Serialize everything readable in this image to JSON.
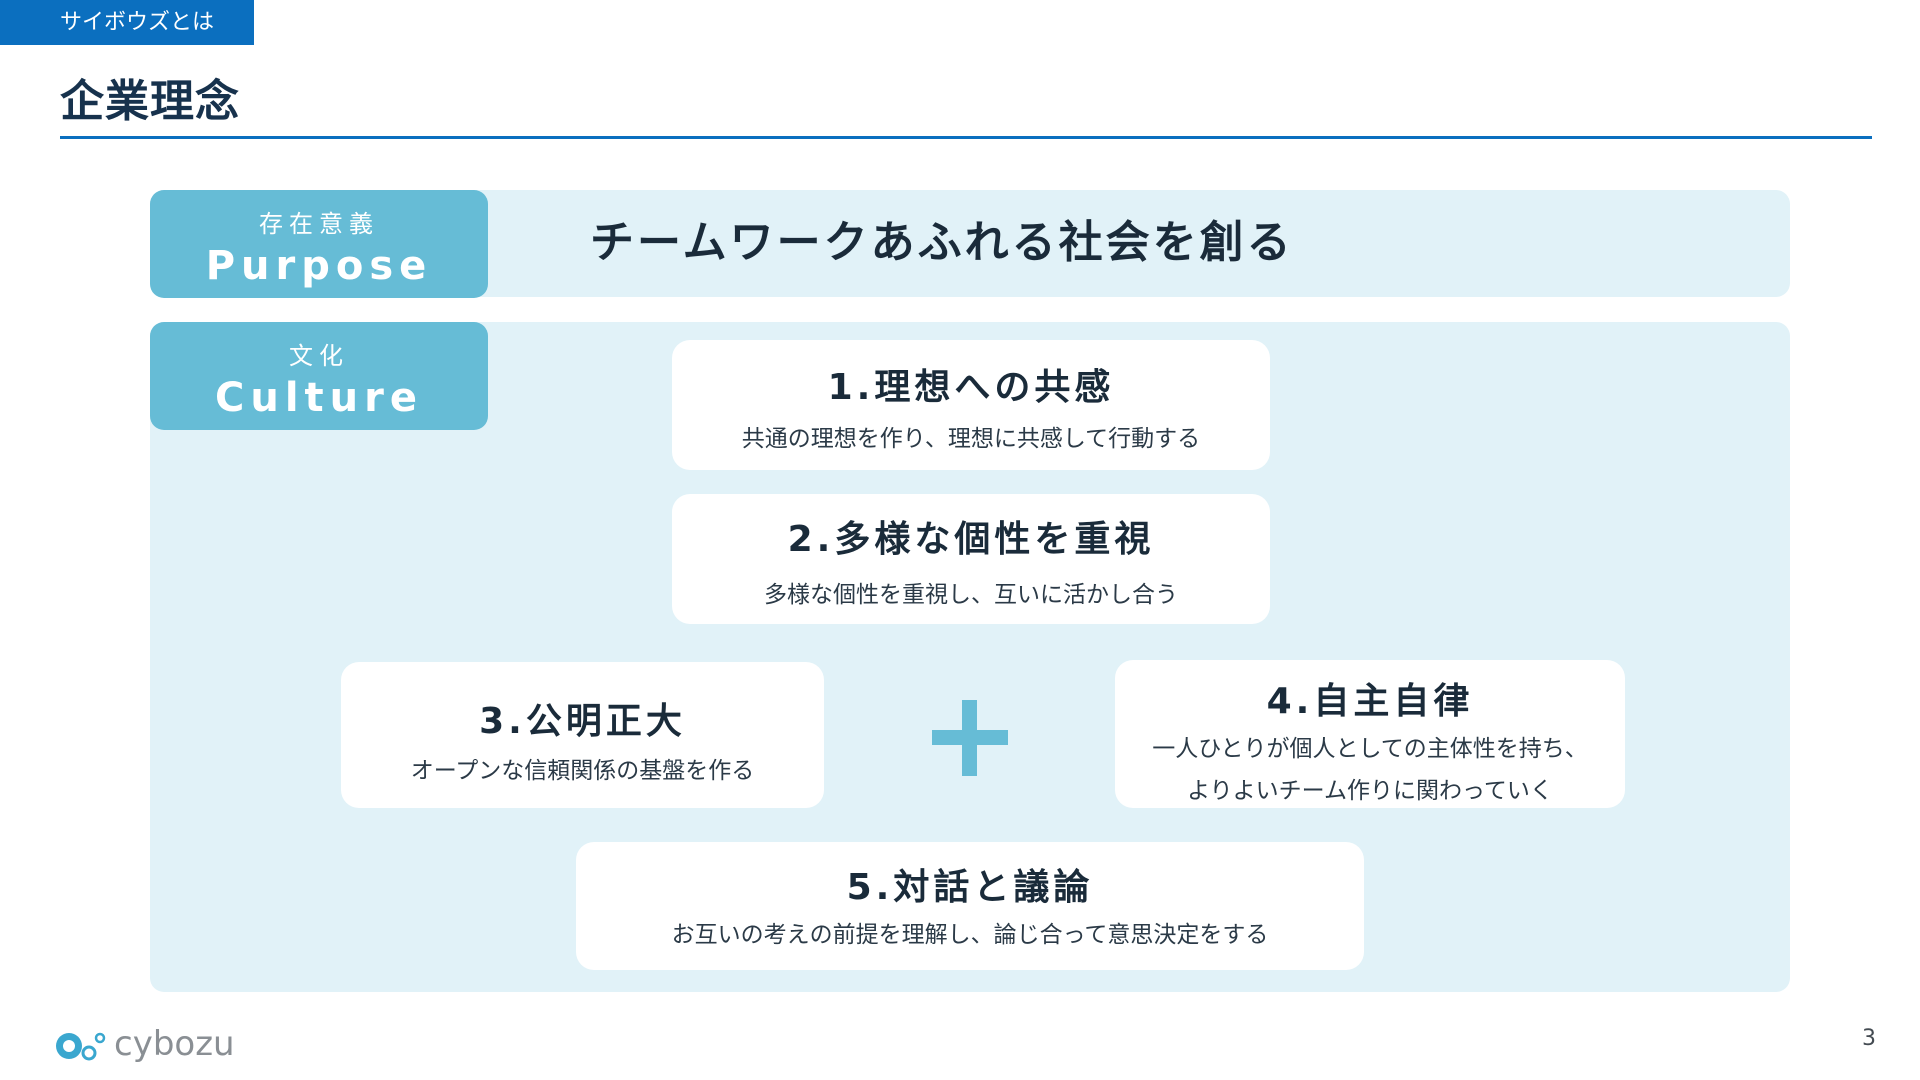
{
  "header": {
    "section_tag": "サイボウズとは",
    "title": "企業理念"
  },
  "purpose": {
    "label_jp": "存在意義",
    "label_en": "Purpose",
    "statement": "チームワークあふれる社会を創る"
  },
  "culture": {
    "label_jp": "文化",
    "label_en": "Culture",
    "items": [
      {
        "title": "1.理想への共感",
        "description": "共通の理想を作り、理想に共感して行動する"
      },
      {
        "title": "2.多様な個性を重視",
        "description": "多様な個性を重視し、互いに活かし合う"
      },
      {
        "title": "3.公明正大",
        "description": "オープンな信頼関係の基盤を作る"
      },
      {
        "title": "4.自主自律",
        "description_line1": "一人ひとりが個人としての主体性を持ち、",
        "description_line2": "よりよいチーム作りに関わっていく"
      },
      {
        "title": "5.対話と議論",
        "description": "お互いの考えの前提を理解し、論じ合って意思決定をする"
      }
    ]
  },
  "footer": {
    "logo_text": "cybozu",
    "page_number": "3"
  },
  "colors": {
    "brand_blue": "#0b6fbf",
    "label_teal": "#66bcd6",
    "panel_bg": "#e1f2f8"
  }
}
